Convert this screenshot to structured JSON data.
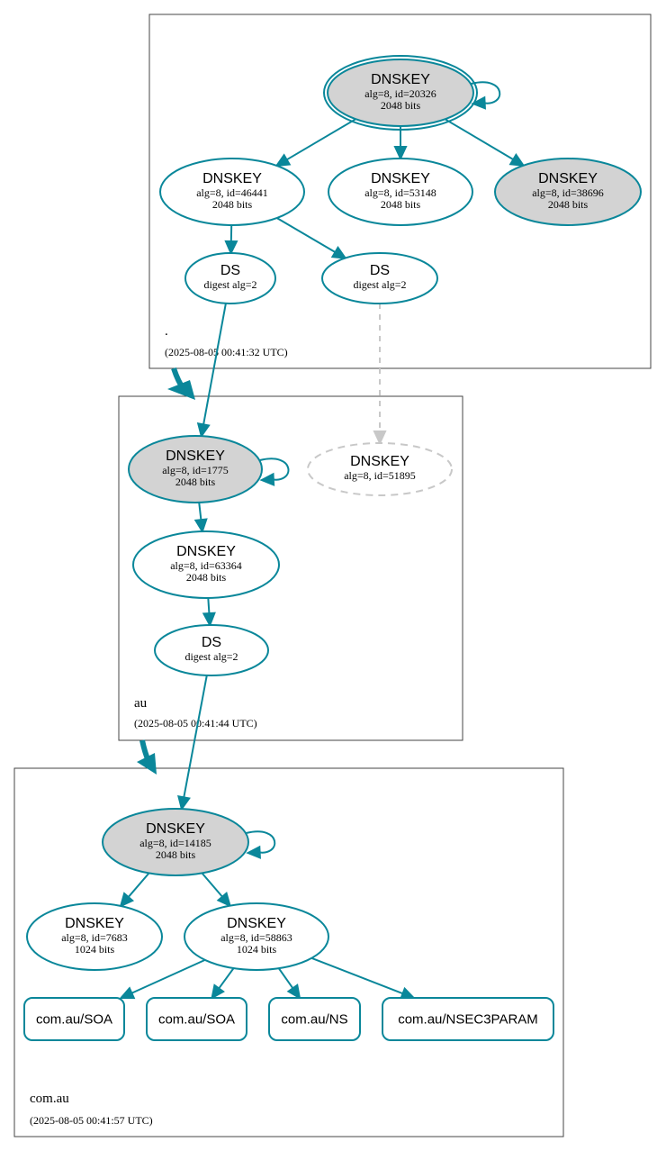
{
  "colors": {
    "edge": "#0a879a",
    "ghost": "#c8c8c8",
    "sep_fill": "#d3d3d3"
  },
  "zones": [
    {
      "id": "root",
      "name": ".",
      "timestamp": "(2025-08-05 00:41:32 UTC)"
    },
    {
      "id": "au",
      "name": "au",
      "timestamp": "(2025-08-05 00:41:44 UTC)"
    },
    {
      "id": "comau",
      "name": "com.au",
      "timestamp": "(2025-08-05 00:41:57 UTC)"
    }
  ],
  "nodes": [
    {
      "id": "root_ksk",
      "zone": "root",
      "kind": "dnskey",
      "title": "DNSKEY",
      "lines": [
        "alg=8, id=20326",
        "2048 bits"
      ],
      "sep": true,
      "trust_anchor": true
    },
    {
      "id": "root_zsk1",
      "zone": "root",
      "kind": "dnskey",
      "title": "DNSKEY",
      "lines": [
        "alg=8, id=46441",
        "2048 bits"
      ],
      "sep": false
    },
    {
      "id": "root_zsk2",
      "zone": "root",
      "kind": "dnskey",
      "title": "DNSKEY",
      "lines": [
        "alg=8, id=53148",
        "2048 bits"
      ],
      "sep": false
    },
    {
      "id": "root_zsk3",
      "zone": "root",
      "kind": "dnskey",
      "title": "DNSKEY",
      "lines": [
        "alg=8, id=38696",
        "2048 bits"
      ],
      "sep": true
    },
    {
      "id": "root_ds1",
      "zone": "root",
      "kind": "ds",
      "title": "DS",
      "lines": [
        "digest alg=2"
      ],
      "sep": false
    },
    {
      "id": "root_ds2",
      "zone": "root",
      "kind": "ds",
      "title": "DS",
      "lines": [
        "digest alg=2"
      ],
      "sep": false
    },
    {
      "id": "au_ksk",
      "zone": "au",
      "kind": "dnskey",
      "title": "DNSKEY",
      "lines": [
        "alg=8, id=1775",
        "2048 bits"
      ],
      "sep": true
    },
    {
      "id": "au_missing",
      "zone": "au",
      "kind": "dnskey",
      "title": "DNSKEY",
      "lines": [
        "alg=8, id=51895"
      ],
      "sep": false,
      "missing": true
    },
    {
      "id": "au_zsk",
      "zone": "au",
      "kind": "dnskey",
      "title": "DNSKEY",
      "lines": [
        "alg=8, id=63364",
        "2048 bits"
      ],
      "sep": false
    },
    {
      "id": "au_ds",
      "zone": "au",
      "kind": "ds",
      "title": "DS",
      "lines": [
        "digest alg=2"
      ],
      "sep": false
    },
    {
      "id": "comau_ksk",
      "zone": "comau",
      "kind": "dnskey",
      "title": "DNSKEY",
      "lines": [
        "alg=8, id=14185",
        "2048 bits"
      ],
      "sep": true
    },
    {
      "id": "comau_zsk1",
      "zone": "comau",
      "kind": "dnskey",
      "title": "DNSKEY",
      "lines": [
        "alg=8, id=7683",
        "1024 bits"
      ],
      "sep": false
    },
    {
      "id": "comau_zsk2",
      "zone": "comau",
      "kind": "dnskey",
      "title": "DNSKEY",
      "lines": [
        "alg=8, id=58863",
        "1024 bits"
      ],
      "sep": false
    },
    {
      "id": "rr_soa1",
      "zone": "comau",
      "kind": "rrset",
      "title": "com.au/SOA"
    },
    {
      "id": "rr_soa2",
      "zone": "comau",
      "kind": "rrset",
      "title": "com.au/SOA"
    },
    {
      "id": "rr_ns",
      "zone": "comau",
      "kind": "rrset",
      "title": "com.au/NS"
    },
    {
      "id": "rr_nsec3param",
      "zone": "comau",
      "kind": "rrset",
      "title": "com.au/NSEC3PARAM"
    }
  ],
  "edges": [
    {
      "from": "root_ksk",
      "to": "root_ksk",
      "self": true
    },
    {
      "from": "root_ksk",
      "to": "root_zsk1"
    },
    {
      "from": "root_ksk",
      "to": "root_zsk2"
    },
    {
      "from": "root_ksk",
      "to": "root_zsk3"
    },
    {
      "from": "root_zsk1",
      "to": "root_ds1"
    },
    {
      "from": "root_zsk1",
      "to": "root_ds2"
    },
    {
      "from": "root_ds1",
      "to": "au_ksk"
    },
    {
      "from": "root_ds2",
      "to": "au_missing",
      "ghost": true
    },
    {
      "from": "au_ksk",
      "to": "au_ksk",
      "self": true
    },
    {
      "from": "au_ksk",
      "to": "au_zsk"
    },
    {
      "from": "au_zsk",
      "to": "au_ds"
    },
    {
      "from": "au_ds",
      "to": "comau_ksk"
    },
    {
      "from": "comau_ksk",
      "to": "comau_ksk",
      "self": true
    },
    {
      "from": "comau_ksk",
      "to": "comau_zsk1"
    },
    {
      "from": "comau_ksk",
      "to": "comau_zsk2"
    },
    {
      "from": "comau_zsk2",
      "to": "rr_soa1"
    },
    {
      "from": "comau_zsk2",
      "to": "rr_soa2"
    },
    {
      "from": "comau_zsk2",
      "to": "rr_ns"
    },
    {
      "from": "comau_zsk2",
      "to": "rr_nsec3param"
    }
  ],
  "delegations": [
    {
      "from": "root",
      "to": "au"
    },
    {
      "from": "au",
      "to": "comau"
    }
  ]
}
